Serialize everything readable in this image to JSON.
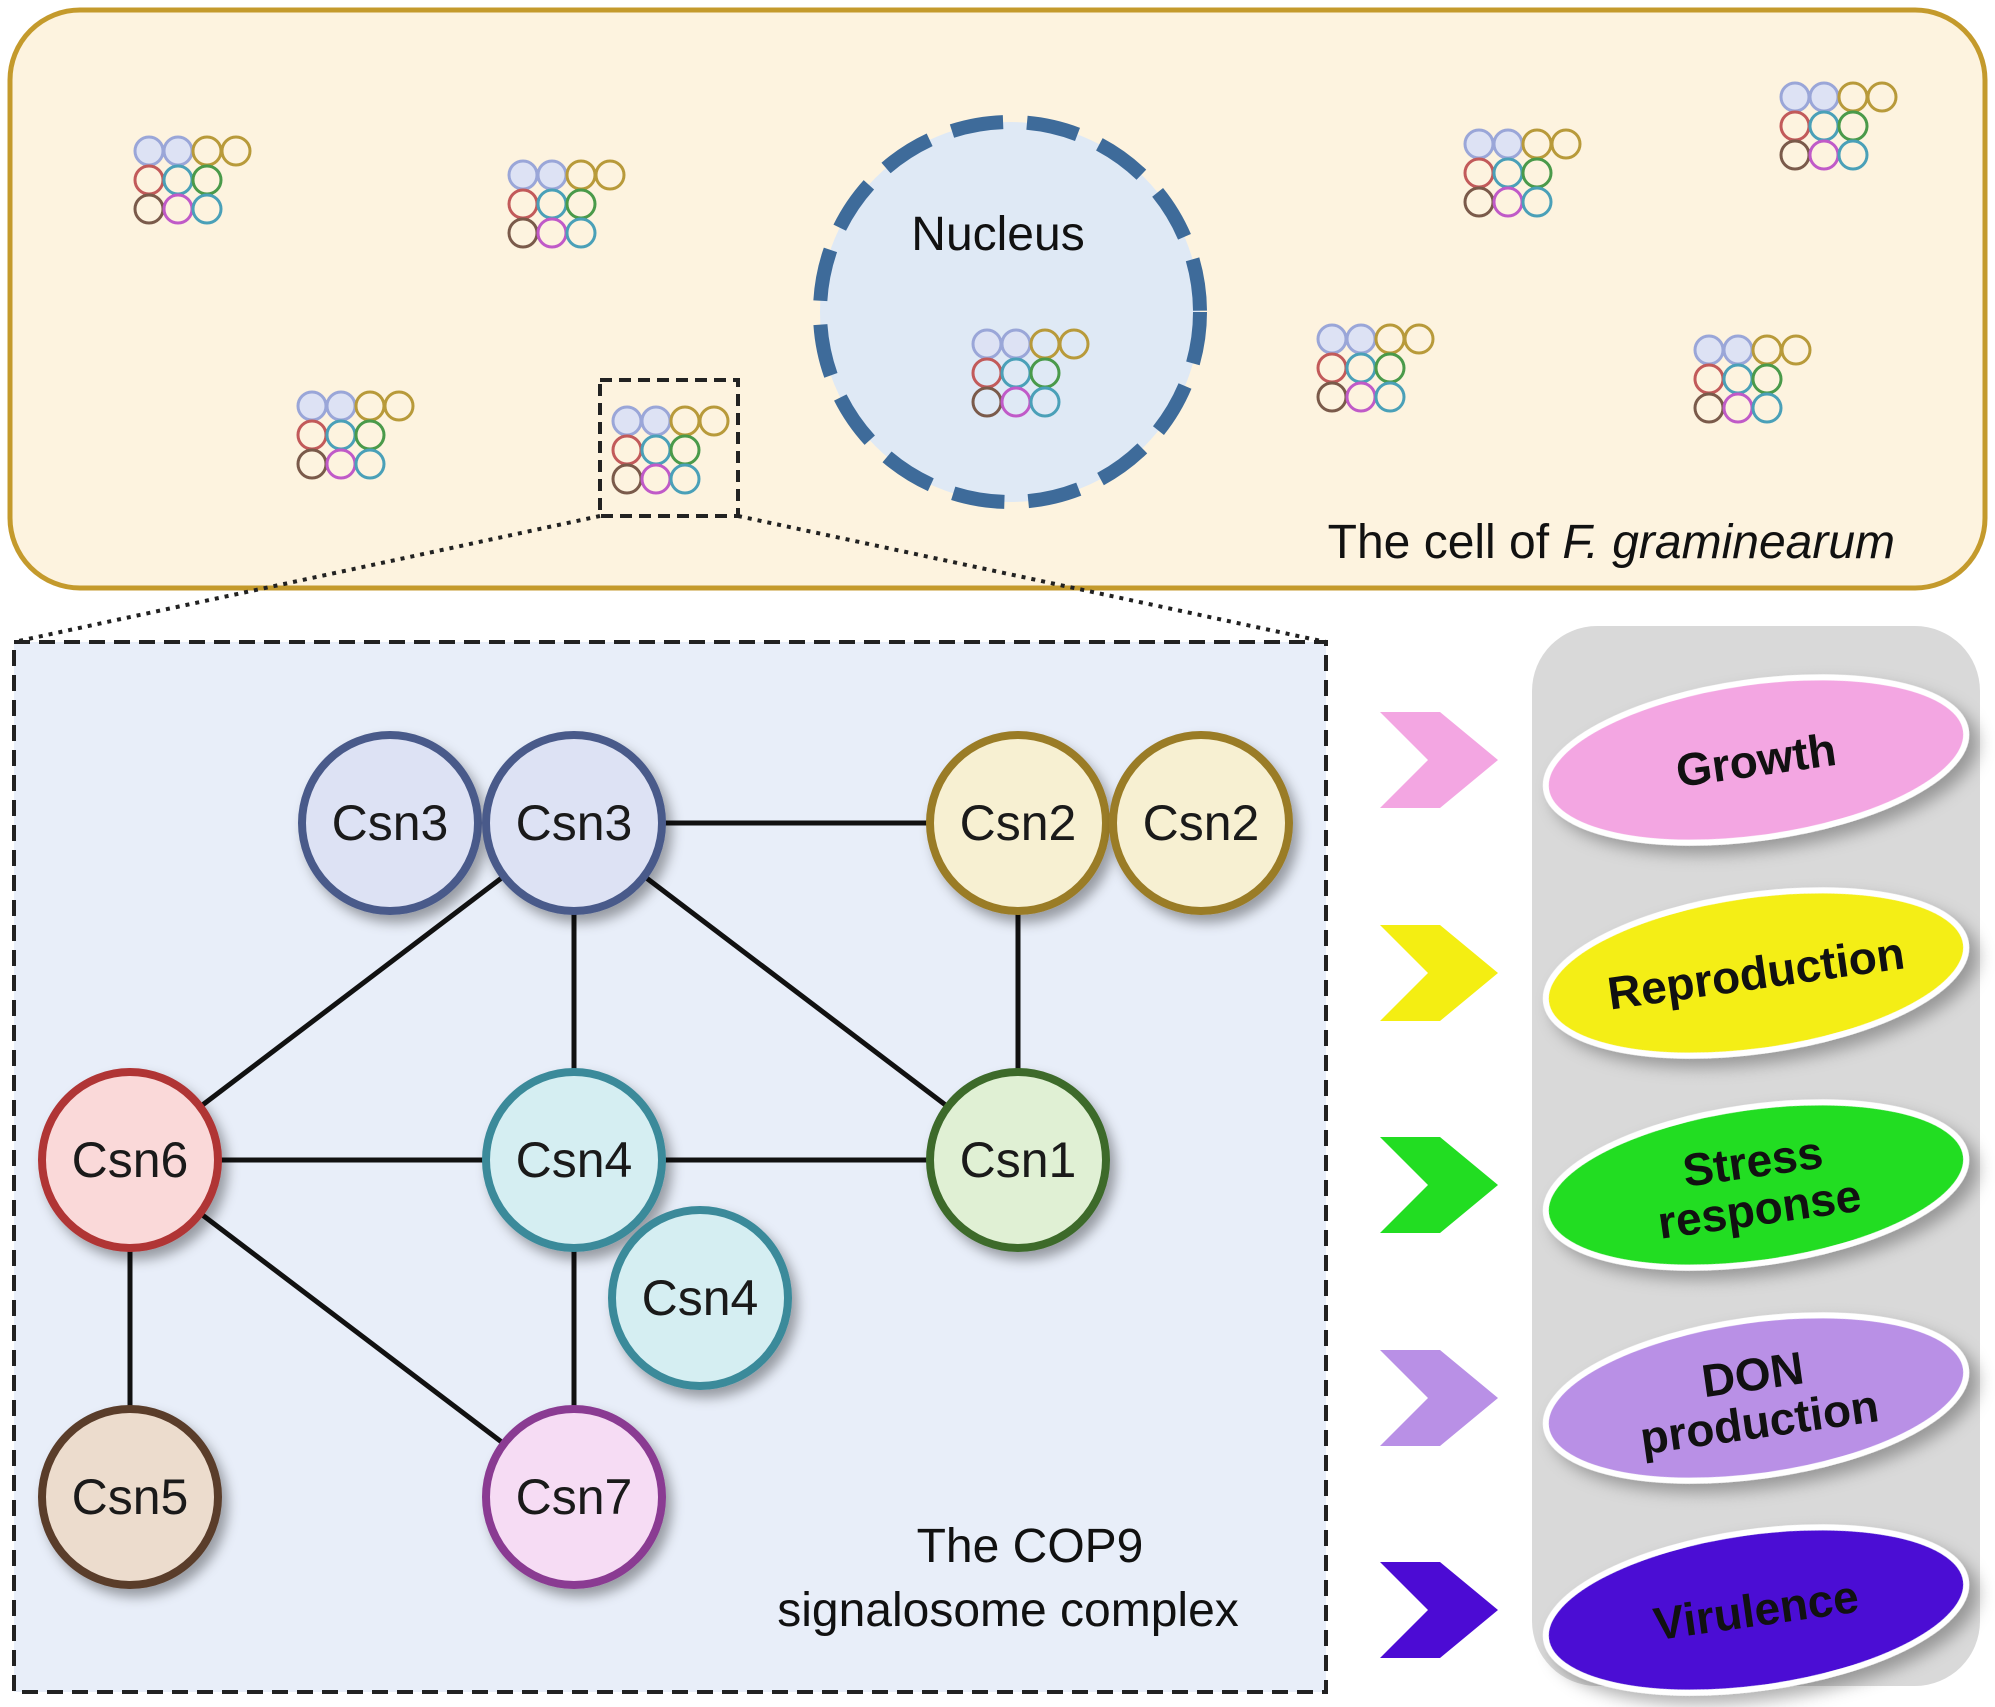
{
  "cell": {
    "label_prefix": "The cell of ",
    "label_species": "F. graminearum",
    "fill": "#fdf3df",
    "border": "#c49a2c"
  },
  "nucleus": {
    "label": "Nucleus",
    "fill": "#dfe9f5",
    "border": "#3e6b9a"
  },
  "complex": {
    "caption_line1": "The COP9",
    "caption_line2": "signalosome complex",
    "panel_fill": "#e8eef9",
    "nodes": [
      {
        "id": "csn3a",
        "label": "Csn3",
        "fill": "#dde2f4",
        "stroke": "#4a5a8a"
      },
      {
        "id": "csn3b",
        "label": "Csn3",
        "fill": "#dde2f4",
        "stroke": "#4a5a8a"
      },
      {
        "id": "csn2a",
        "label": "Csn2",
        "fill": "#f7f0d2",
        "stroke": "#9a7b28"
      },
      {
        "id": "csn2b",
        "label": "Csn2",
        "fill": "#f7f0d2",
        "stroke": "#9a7b28"
      },
      {
        "id": "csn6",
        "label": "Csn6",
        "fill": "#fad9d9",
        "stroke": "#b03434"
      },
      {
        "id": "csn4a",
        "label": "Csn4",
        "fill": "#d5eef2",
        "stroke": "#3a8a9a"
      },
      {
        "id": "csn4b",
        "label": "Csn4",
        "fill": "#d5eef2",
        "stroke": "#3a8a9a"
      },
      {
        "id": "csn1",
        "label": "Csn1",
        "fill": "#e0f0d4",
        "stroke": "#3c6a2a"
      },
      {
        "id": "csn5",
        "label": "Csn5",
        "fill": "#ecdccd",
        "stroke": "#5a3c2a"
      },
      {
        "id": "csn7",
        "label": "Csn7",
        "fill": "#f6dcf4",
        "stroke": "#8a3a92"
      }
    ],
    "edges": [
      [
        "csn3b",
        "csn2a"
      ],
      [
        "csn3b",
        "csn6"
      ],
      [
        "csn3b",
        "csn4a"
      ],
      [
        "csn3b",
        "csn1"
      ],
      [
        "csn2a",
        "csn1"
      ],
      [
        "csn6",
        "csn4a"
      ],
      [
        "csn4a",
        "csn1"
      ],
      [
        "csn6",
        "csn5"
      ],
      [
        "csn6",
        "csn7"
      ],
      [
        "csn4a",
        "csn7"
      ]
    ]
  },
  "outcomes": [
    {
      "label_lines": [
        "Growth"
      ],
      "color": "#f3a6e2",
      "arrow": "#f3a6e2"
    },
    {
      "label_lines": [
        "Reproduction"
      ],
      "color": "#f4ee12",
      "arrow": "#f4ee12"
    },
    {
      "label_lines": [
        "Stress",
        "response"
      ],
      "color": "#22dd22",
      "arrow": "#22dd22"
    },
    {
      "label_lines": [
        "DON",
        "production"
      ],
      "color": "#b990e6",
      "arrow": "#b990e6"
    },
    {
      "label_lines": [
        "Virulence"
      ],
      "color": "#4c0bd4",
      "arrow": "#4c0bd4"
    }
  ],
  "mini_complex_colors": [
    "#9aa6d8",
    "#9aa6d8",
    "#b89a3a",
    "#b89a3a",
    "#c25a5a",
    "#4aa0b8",
    "#4a9a4a",
    "#7a5a4a",
    "#c05ac8",
    "#4aa0b8"
  ]
}
